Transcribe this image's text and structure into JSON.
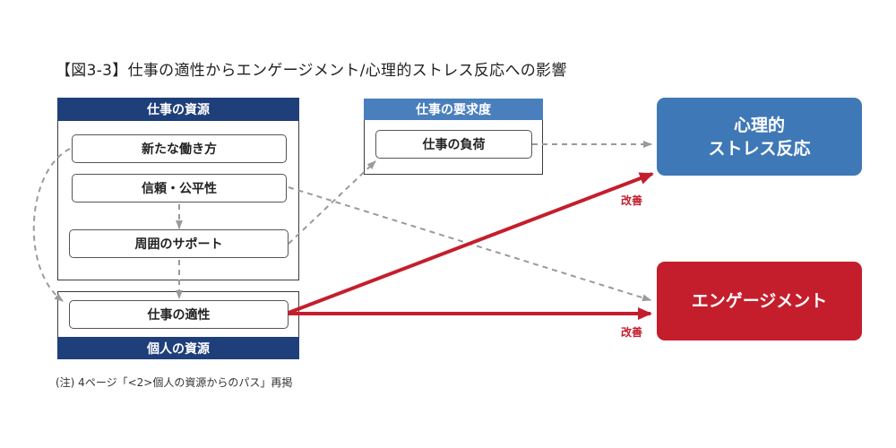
{
  "title": "【図3-3】仕事の適性からエンゲージメント/心理的ストレス反応への影響",
  "note": "(注) 4ページ「<2>個人の資源からのパス」再掲",
  "job_resources": {
    "header": "仕事の資源",
    "items": [
      "新たな働き方",
      "信頼・公平性",
      "周囲のサポート"
    ]
  },
  "personal_resources": {
    "item": "仕事の適性",
    "footer": "個人の資源"
  },
  "job_demands": {
    "header": "仕事の要求度",
    "item": "仕事の負荷"
  },
  "outcomes": {
    "stress_line1": "心理的",
    "stress_line2": "ストレス反応",
    "engagement": "エンゲージメント"
  },
  "improve_label": "改善",
  "colors": {
    "navy": "#1f3f7a",
    "blue": "#4a7fbd",
    "stress_blue": "#3f78b6",
    "red": "#c41e2d",
    "dashed_gray": "#9a9a9a"
  }
}
